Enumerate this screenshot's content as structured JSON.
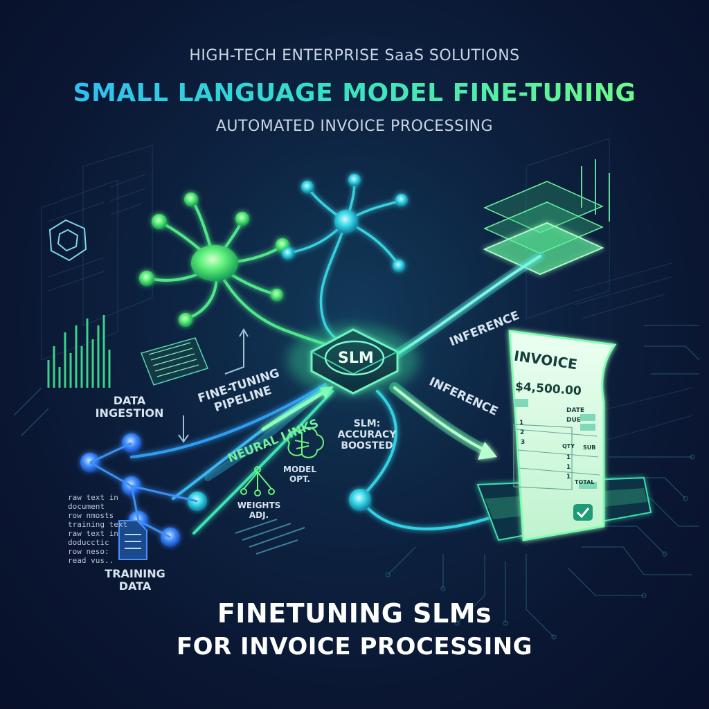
{
  "header": {
    "kicker": "HIGH-TECH ENTERPRISE SaaS SOLUTIONS",
    "title": "SMALL LANGUAGE MODEL FINE-TUNING",
    "subtitle": "AUTOMATED INVOICE PROCESSING"
  },
  "diagram": {
    "center_node": "SLM",
    "labels": {
      "data_ingestion": [
        "DATA",
        "INGESTION"
      ],
      "fine_tuning_pipeline": [
        "FINE-TUNING",
        "PIPELINE"
      ],
      "neural_links": "NEURAL LINKS",
      "slm_accuracy": [
        "SLM:",
        "ACCURACY",
        "BOOSTED"
      ],
      "weights_adj": [
        "WEIGHTS",
        "ADJ."
      ],
      "model_opt": [
        "MODEL",
        "OPT."
      ],
      "inference_top": "INFERENCE",
      "inference_mid": "INFERENCE",
      "training_data": [
        "TRAINING",
        "DATA"
      ]
    },
    "raw_text_lines": [
      "raw text in",
      "document",
      "row nmosts",
      "training text",
      "raw text in",
      "doducctic",
      "row neso:",
      "read vus.."
    ],
    "invoice": {
      "heading": "INVOICE",
      "amount": "$4,500.00",
      "date_label": "DATE",
      "due_label": "DUE",
      "qty_label": "QTY",
      "sub_label": "SUB",
      "row_numbers": [
        "1",
        "2",
        "3"
      ],
      "qty_values": [
        "1",
        "1",
        "1"
      ],
      "total_label": "TOTAL"
    }
  },
  "footer": {
    "line1": "FINETUNING SLMs",
    "line2": "FOR INVOICE PROCESSING"
  },
  "colors": {
    "background": "#0b1530",
    "neon_green": "#6cf57a",
    "cyan": "#2fd6e8",
    "blue_node": "#2d7dff",
    "invoice_paper": "#d9f7e1"
  }
}
